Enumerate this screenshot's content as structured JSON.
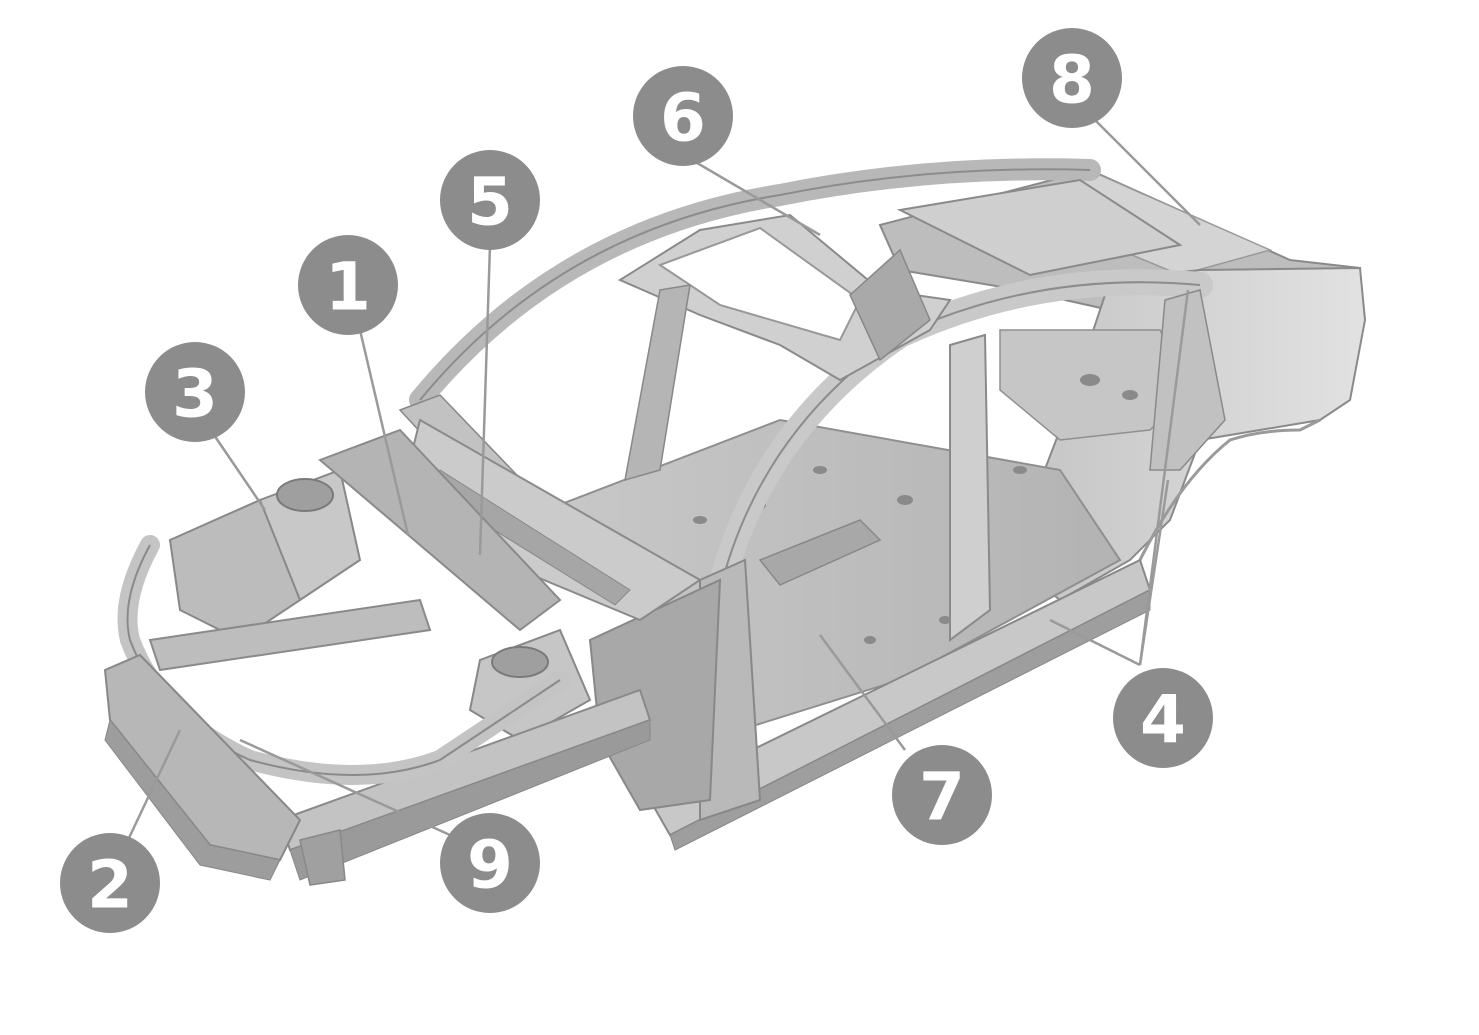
{
  "colors": {
    "background": "#ffffff",
    "callout_fill": "#8c8c8c",
    "callout_text": "#ffffff",
    "leader_line": "#9a9a9a",
    "body_light": "#dcdcdc",
    "body_mid": "#bdbdbd",
    "body_dark": "#8f8f8f",
    "body_edge": "#7a7a7a"
  },
  "illustration": {
    "subject": "car-body-in-white",
    "view": "three-quarter-front"
  },
  "callouts": [
    {
      "id": "callout-1",
      "label": "1"
    },
    {
      "id": "callout-2",
      "label": "2"
    },
    {
      "id": "callout-3",
      "label": "3"
    },
    {
      "id": "callout-4",
      "label": "4"
    },
    {
      "id": "callout-5",
      "label": "5"
    },
    {
      "id": "callout-6",
      "label": "6"
    },
    {
      "id": "callout-7",
      "label": "7"
    },
    {
      "id": "callout-8",
      "label": "8"
    },
    {
      "id": "callout-9",
      "label": "9"
    }
  ]
}
